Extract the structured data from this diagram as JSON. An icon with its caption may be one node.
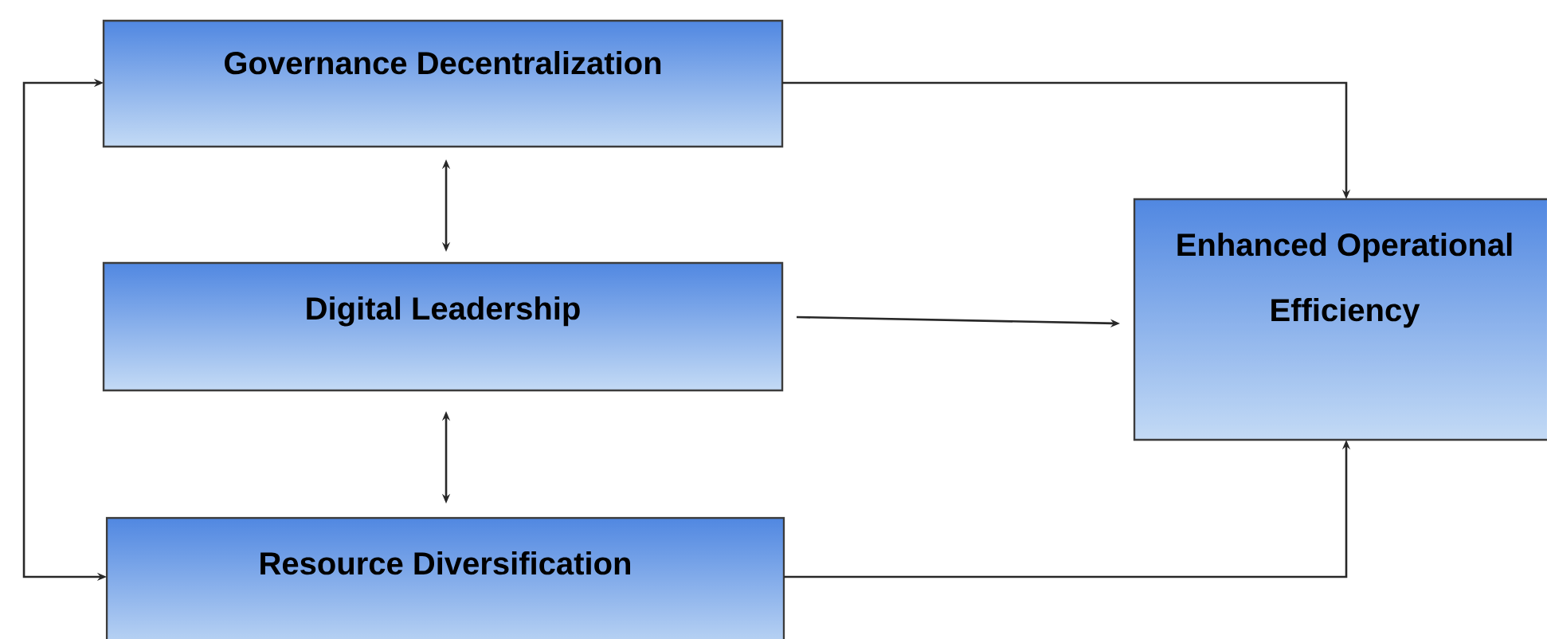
{
  "diagram": {
    "nodes": [
      {
        "text": [
          "Governance Decentralization"
        ]
      },
      {
        "text": [
          "Digital Leadership"
        ]
      },
      {
        "text": [
          "Resource Diversification"
        ]
      },
      {
        "text": [
          "Enhanced Operational Efficiency"
        ]
      }
    ],
    "edges": [
      {
        "from": 0,
        "to": 3,
        "arrow": "to"
      },
      {
        "from": 1,
        "to": 3,
        "arrow": "to"
      },
      {
        "from": 2,
        "to": 3,
        "arrow": "to"
      },
      {
        "from": 0,
        "to": 1,
        "arrow": "both"
      },
      {
        "from": 1,
        "to": 2,
        "arrow": "both"
      },
      {
        "from": 0,
        "to": 2,
        "arrow": "both"
      }
    ]
  }
}
